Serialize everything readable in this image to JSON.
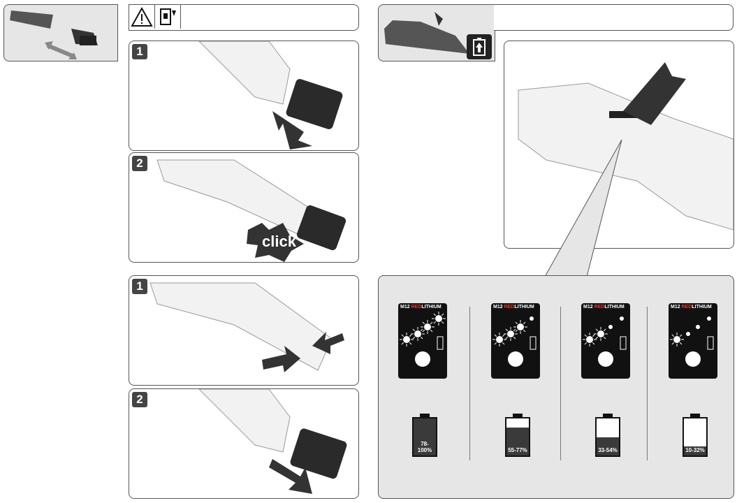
{
  "steps": {
    "insert": [
      "1",
      "2"
    ],
    "remove": [
      "1",
      "2"
    ]
  },
  "click_label": "click",
  "meters": [
    {
      "brand_prefix": "M12",
      "brand_red": "RED",
      "brand_rest": "LITHIUM",
      "level": 1.0,
      "lit_leds": 4,
      "range": "78-100%"
    },
    {
      "brand_prefix": "M12",
      "brand_red": "RED",
      "brand_rest": "LITHIUM",
      "level": 0.75,
      "lit_leds": 3,
      "range": "55-77%"
    },
    {
      "brand_prefix": "M12",
      "brand_red": "RED",
      "brand_rest": "LITHIUM",
      "level": 0.5,
      "lit_leds": 2,
      "range": "33-54%"
    },
    {
      "brand_prefix": "M12",
      "brand_red": "RED",
      "brand_rest": "LITHIUM",
      "level": 0.25,
      "lit_leds": 1,
      "range": "10-32%"
    }
  ],
  "icons": [
    "warning-icon",
    "manual-icon",
    "battery-indicator-icon"
  ]
}
